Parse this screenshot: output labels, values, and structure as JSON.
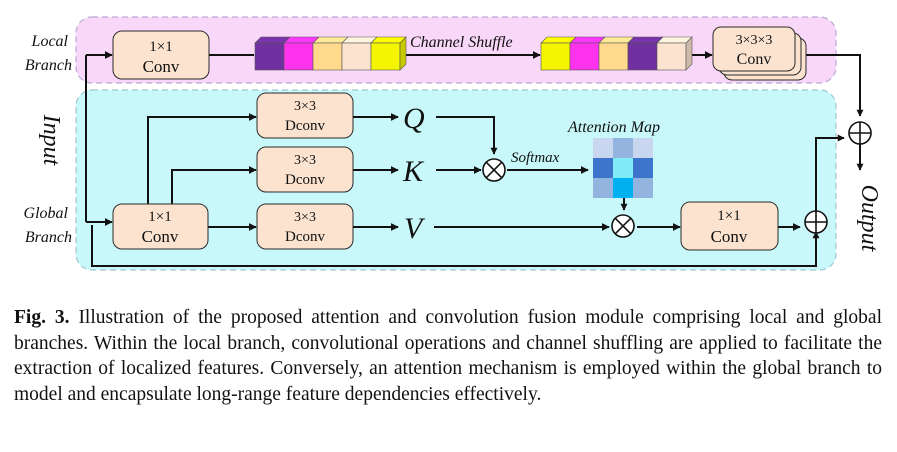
{
  "diagram": {
    "labels": {
      "local_branch": [
        "Local",
        "Branch"
      ],
      "global_branch": [
        "Global",
        "Branch"
      ],
      "input": "Input",
      "output": "Output",
      "channel_shuffle": "Channel Shuffle",
      "attention_map": "Attention Map",
      "softmax": "Softmax",
      "q": "Q",
      "k": "K",
      "v": "V"
    },
    "blocks": {
      "local_conv": {
        "size": "1×1",
        "name": "Conv"
      },
      "conv3d": {
        "size": "3×3×3",
        "name": "Conv"
      },
      "dconv_q": {
        "size": "3×3",
        "name": "Dconv"
      },
      "dconv_k": {
        "size": "3×3",
        "name": "Dconv"
      },
      "dconv_v": {
        "size": "3×3",
        "name": "Dconv"
      },
      "global_conv": {
        "size": "1×1",
        "name": "Conv"
      },
      "out_conv": {
        "size": "1×1",
        "name": "Conv"
      }
    },
    "colors": {
      "local_bg": "#f8d7f8",
      "global_bg": "#c8f8fa",
      "block_fill": "#fbe3cf",
      "purple": "#7030a0",
      "magenta": "#ff33ee",
      "light_orange": "#ffd98c",
      "peach": "#fbe3cf",
      "yellow": "#f5f500"
    },
    "channels_before": [
      "purple",
      "magenta",
      "light_orange",
      "peach",
      "yellow"
    ],
    "channels_after": [
      "yellow",
      "magenta",
      "light_orange",
      "purple",
      "peach"
    ],
    "attention_map_cells": [
      "#c8d6f0",
      "#94b4e0",
      "#c8d6f0",
      "#3d75cc",
      "#7fecf8",
      "#3d75cc",
      "#94b4e0",
      "#00b0f0",
      "#94b4e0"
    ]
  },
  "caption": {
    "label": "Fig. 3.",
    "text": " Illustration of the proposed attention and convolution fusion module comprising local and global branches. Within the local branch, convolutional operations and channel shuffling are applied to facilitate the extraction of localized features. Conversely, an attention mechanism is employed within the global branch to model and encapsulate long-range feature dependencies effectively."
  }
}
